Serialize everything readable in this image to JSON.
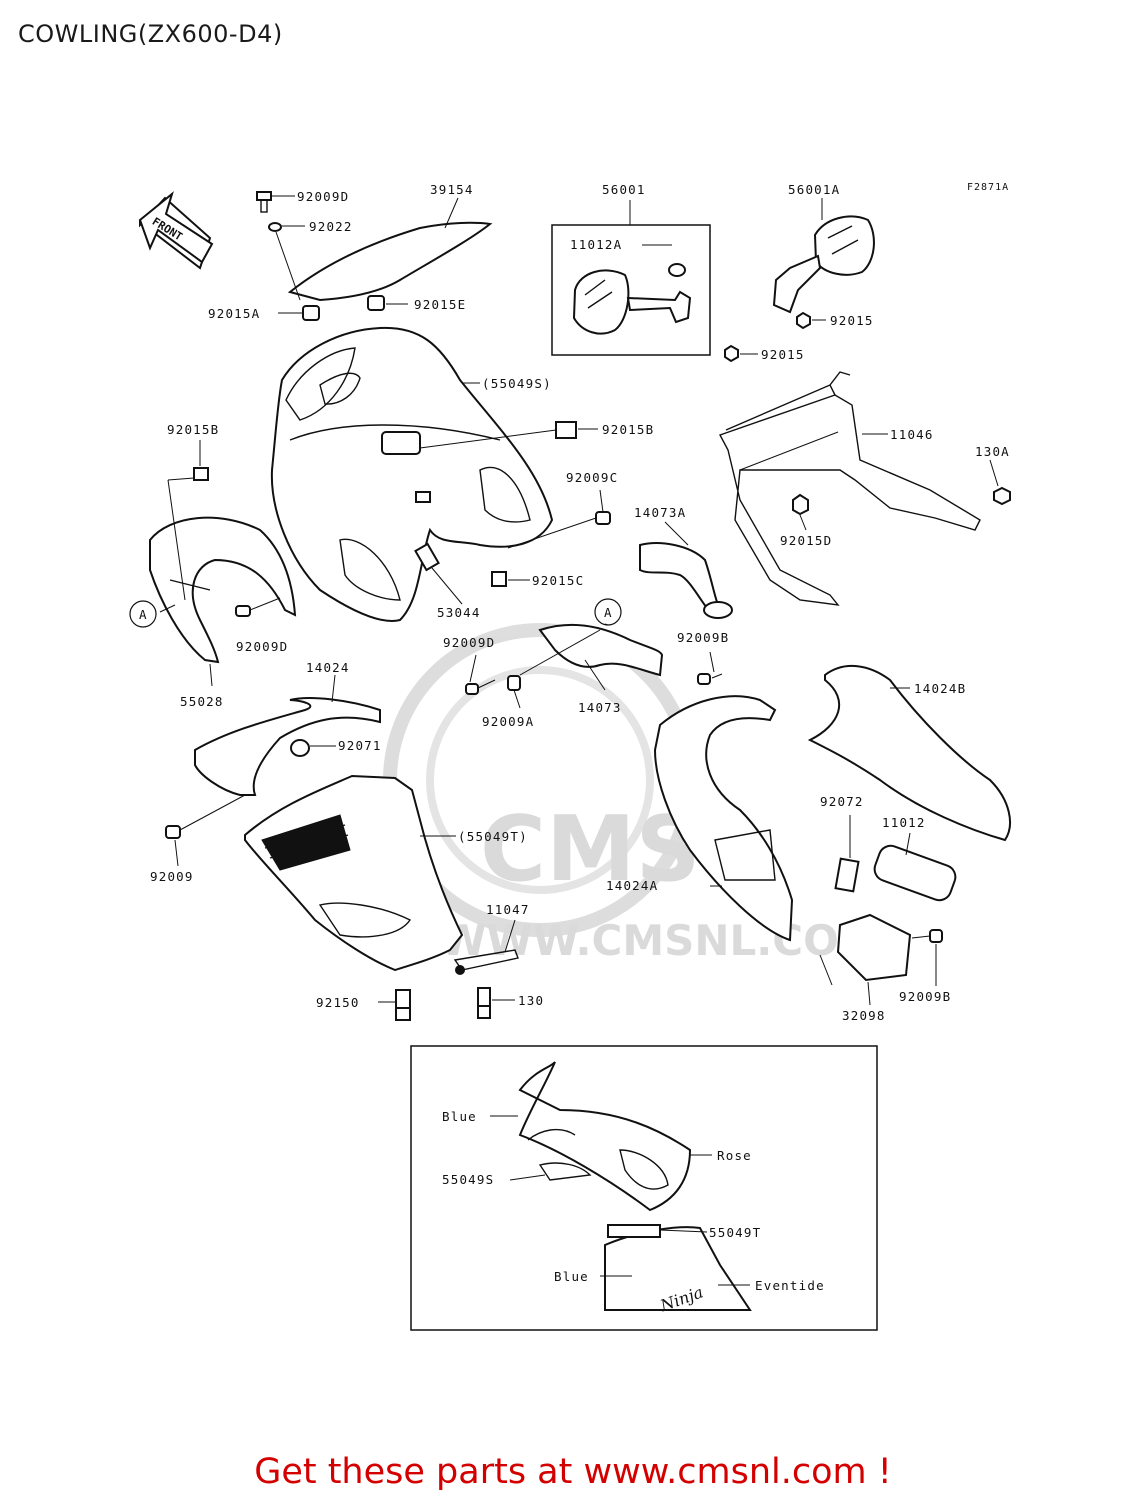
{
  "title": "COWLING(ZX600-D4)",
  "figure_code": "F2871A",
  "front_arrow_label": "FRONT",
  "callout_marker": "A",
  "watermark": {
    "logo_text": "CMS",
    "url_text": "WWW.CMSNL.COM"
  },
  "part_labels": {
    "p92009D_top": "92009D",
    "p39154": "39154",
    "p92022": "92022",
    "p56001": "56001",
    "p56001A": "56001A",
    "p11012A": "11012A",
    "p92015A": "92015A",
    "p92015E": "92015E",
    "p92015_r1": "92015",
    "p92015_r2": "92015",
    "p55049S": "(55049S)",
    "p92015B_left": "92015B",
    "p92015B_mid": "92015B",
    "p11046": "11046",
    "p130A": "130A",
    "p92009C": "92009C",
    "p14073A": "14073A",
    "p92015D": "92015D",
    "p92015C": "92015C",
    "p53044": "53044",
    "p92009D_left": "92009D",
    "p92009D_mid": "92009D",
    "p92009B_mid": "92009B",
    "p55028": "55028",
    "p14024": "14024",
    "p92009A": "92009A",
    "p14073": "14073",
    "p14024B": "14024B",
    "p92071": "92071",
    "p55049T": "(55049T)",
    "p92072": "92072",
    "p11012": "11012",
    "p92009": "92009",
    "p14024A": "14024A",
    "p11047": "11047",
    "p92150": "92150",
    "p130": "130",
    "p32098": "32098",
    "p92009B_bot": "92009B"
  },
  "color_inset": {
    "blue_upper": "Blue",
    "rose": "Rose",
    "part_55049S": "55049S",
    "part_55049T": "55049T",
    "blue_lower": "Blue",
    "eventide": "Eventide",
    "ninja_logo": "Ninja"
  },
  "promo_text": "Get these parts at www.cmsnl.com !",
  "colors": {
    "line": "#111111",
    "watermark": "#d6d6d6",
    "promo": "#d40000"
  }
}
